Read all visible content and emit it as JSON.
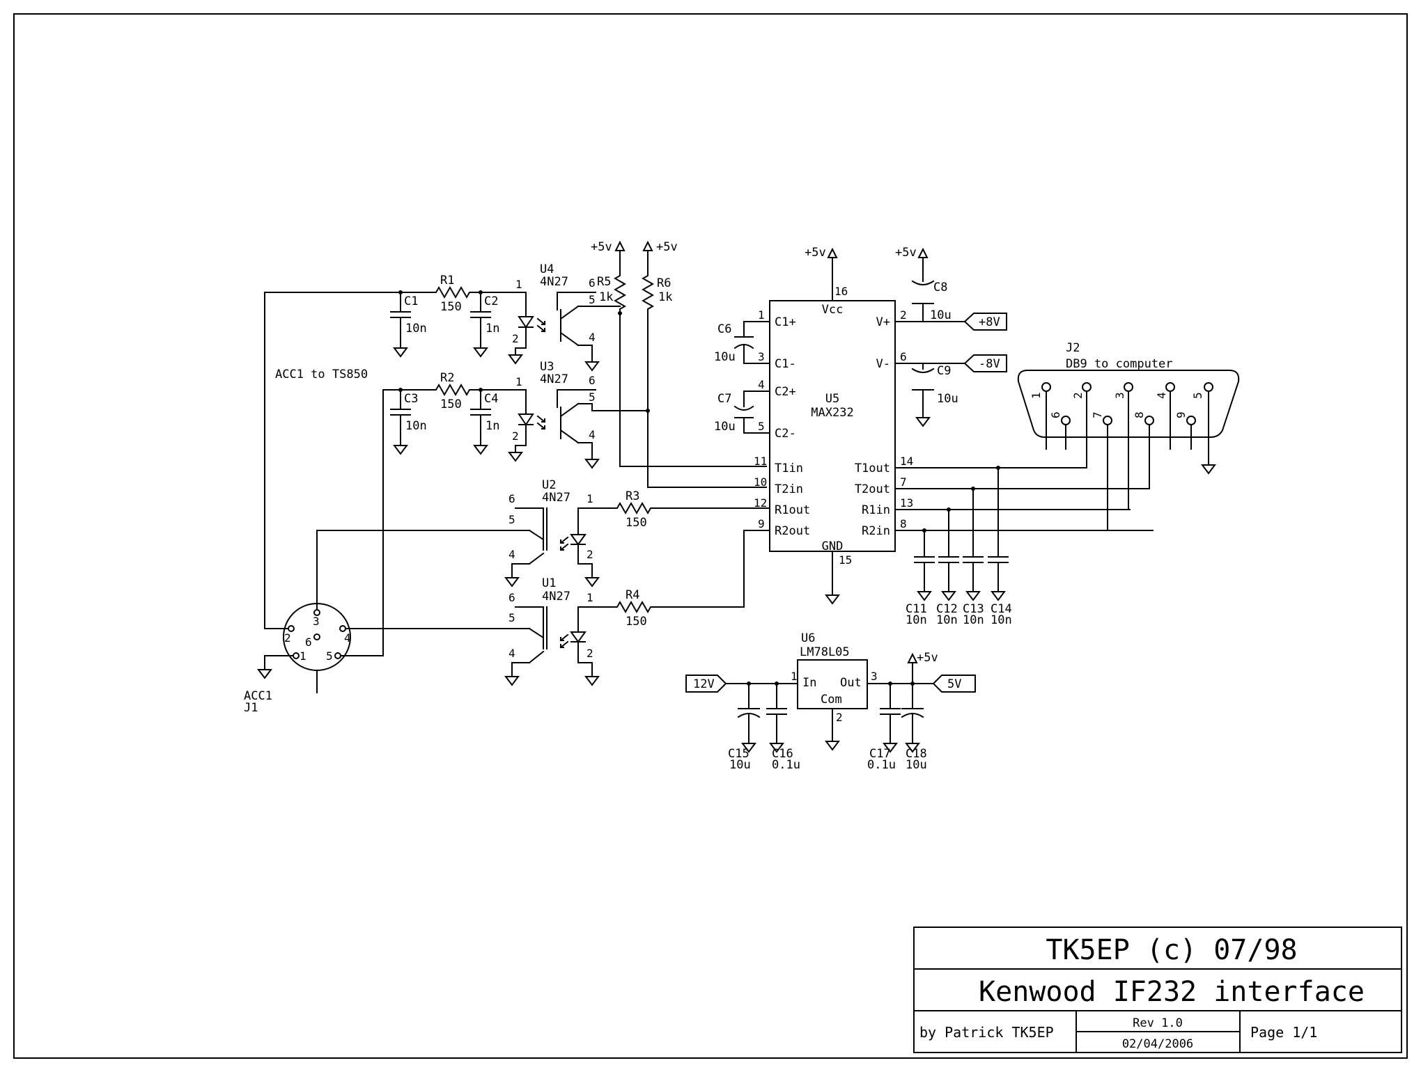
{
  "title_block": {
    "author_line": "TK5EP (c) 07/98",
    "title": "Kenwood IF232 interface",
    "by": "by Patrick TK5EP",
    "rev": "Rev 1.0",
    "date": "02/04/2006",
    "page": "Page 1/1"
  },
  "labels": {
    "acc_note": "ACC1 to TS850",
    "acc1": "ACC1",
    "j1": "J1",
    "j2": "J2",
    "db9_note": "DB9 to computer",
    "u1": "U1",
    "u2": "U2",
    "u3": "U3",
    "u4": "U4",
    "u1_part": "4N27",
    "u2_part": "4N27",
    "u3_part": "4N27",
    "u4_part": "4N27",
    "u5": "U5",
    "u5_part": "MAX232",
    "u6": "U6",
    "u6_part": "LM78L05",
    "r1": "R1",
    "r1_val": "150",
    "r2": "R2",
    "r2_val": "150",
    "r3": "R3",
    "r3_val": "150",
    "r4": "R4",
    "r4_val": "150",
    "r5": "R5",
    "r5_val": "1k",
    "r6": "R6",
    "r6_val": "1k",
    "c1": "C1",
    "c1_val": "10n",
    "c2": "C2",
    "c2_val": "1n",
    "c3": "C3",
    "c3_val": "10n",
    "c4": "C4",
    "c4_val": "1n",
    "c6": "C6",
    "c6_val": "10u",
    "c7": "C7",
    "c7_val": "10u",
    "c8": "C8",
    "c8_val": "10u",
    "c9": "C9",
    "c9_val": "10u",
    "c11": "C11",
    "c12": "C12",
    "c13": "C13",
    "c14": "C14",
    "c11_val": "10n",
    "c12_val": "10n",
    "c13_val": "10n",
    "c14_val": "10n",
    "c15": "C15",
    "c15_val": "10u",
    "c16": "C16",
    "c16_val": "0.1u",
    "c17": "C17",
    "c17_val": "0.1u",
    "c18": "C18",
    "c18_val": "10u",
    "p5v": "+5v",
    "p8v": "+8V",
    "m8v": "-8V",
    "v12": "12V",
    "v5": "5V",
    "u5_pins": {
      "c1p": "C1+",
      "c1m": "C1-",
      "c2p": "C2+",
      "c2m": "C2-",
      "t1in": "T1in",
      "t2in": "T2in",
      "r1out": "R1out",
      "r2out": "R2out",
      "vcc": "Vcc",
      "vp": "V+",
      "vm": "V-",
      "t1out": "T1out",
      "t2out": "T2out",
      "r1in": "R1in",
      "r2in": "R2in",
      "gnd": "GND"
    },
    "u6_pins": {
      "in": "In",
      "out": "Out",
      "com": "Com"
    }
  }
}
